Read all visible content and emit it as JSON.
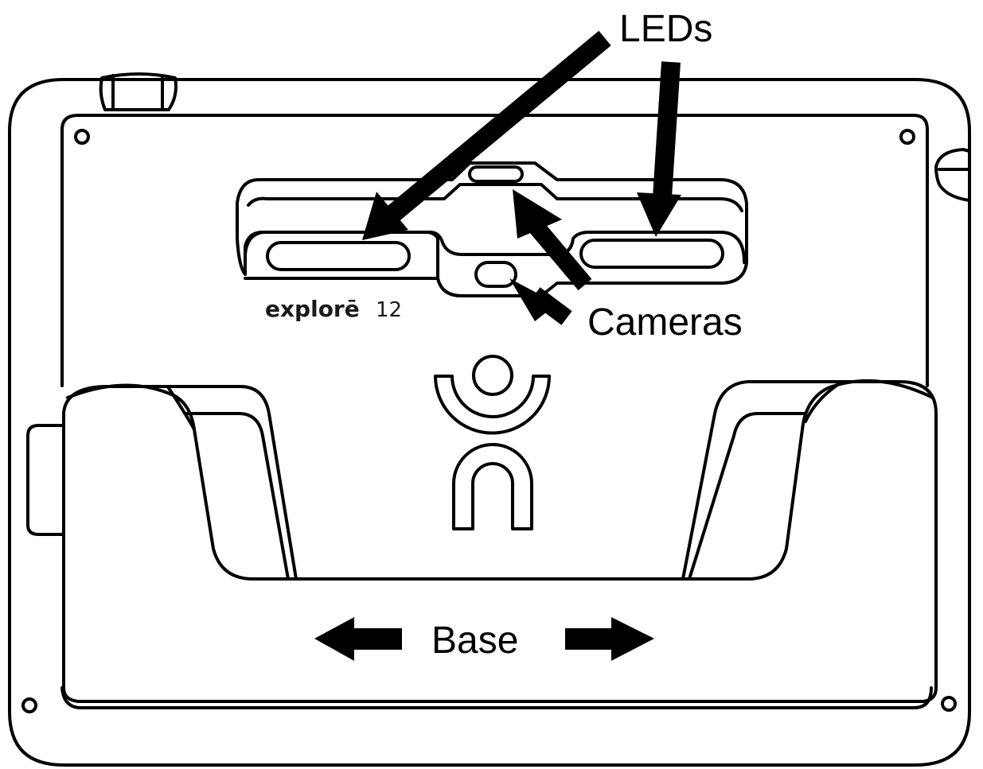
{
  "labels": {
    "leds": "LEDs",
    "cameras": "Cameras",
    "base": "Base"
  },
  "device": {
    "brand_name": "explorē",
    "model_number": "12"
  },
  "icons": {
    "logo": "person-logo-icon",
    "arrow_left": "arrow-left-icon",
    "arrow_right": "arrow-right-icon"
  },
  "colors": {
    "line": "#000000",
    "background": "#ffffff"
  }
}
